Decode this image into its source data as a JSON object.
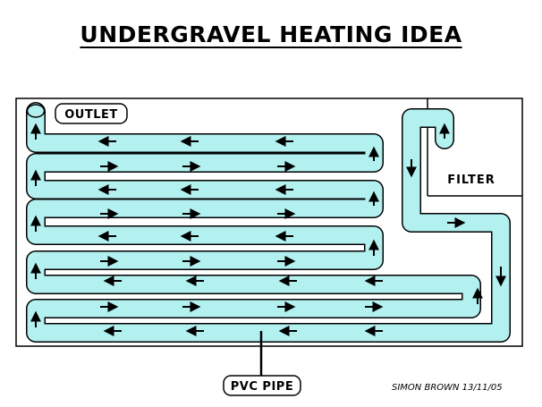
{
  "title": "UNDERGRAVEL HEATING  IDEA",
  "labels": {
    "outlet": "OUTLET",
    "filter": "FILTER",
    "pvc_pipe": "PVC PIPE"
  },
  "credit": "SIMON BROWN 13/11/05",
  "colors": {
    "pipe_fill": "#b3f0f0",
    "stroke": "#000000",
    "background": "#ffffff"
  }
}
